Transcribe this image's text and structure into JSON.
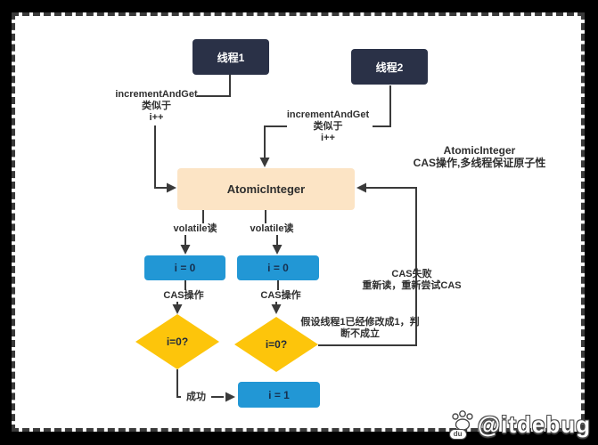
{
  "colors": {
    "navy": "#2a3147",
    "peach": "#fce4c5",
    "blue": "#2297d5",
    "yellow": "#fdc50b",
    "line": "#3a3a3a",
    "navytext": "#16304f"
  },
  "diagram": {
    "thread1": "线程1",
    "thread2": "线程2",
    "atomic_box": "AtomicInteger",
    "inc1": {
      "line1": "incrementAndGet",
      "line2": "类似于",
      "line3": "i++"
    },
    "inc2": {
      "line1": "incrementAndGet",
      "line2": "类似于",
      "line3": "i++"
    },
    "note_top_right": {
      "line1": "AtomicInteger",
      "line2": "CAS操作,多线程保证原子性"
    },
    "volatile_read_left": "volatile读",
    "volatile_read_right": "volatile读",
    "cas_op_left": "CAS操作",
    "cas_op_right": "CAS操作",
    "i0_left": "i = 0",
    "i0_right": "i = 0",
    "diamond_left": "i=0?",
    "diamond_right": "i=0?",
    "cas_fail": {
      "line1": "CAS失败",
      "line2": "重新读，重新尝试CAS"
    },
    "assume": {
      "line1": "假设线程1已经修改成1，判",
      "line2": "断不成立"
    },
    "success": "成功",
    "i1": "i = 1",
    "watermark": "@itdebug",
    "watermark_badge": "du"
  }
}
